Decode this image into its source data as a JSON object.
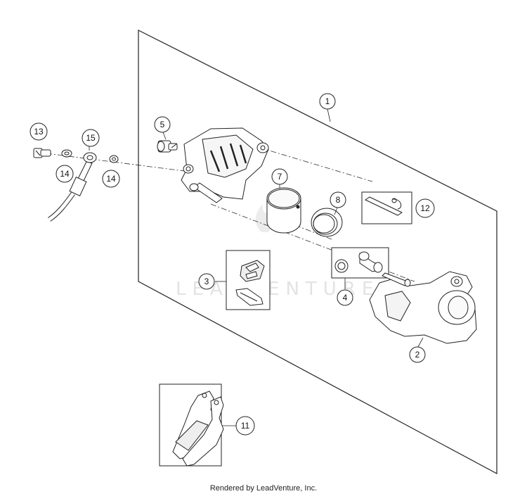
{
  "watermark": "LEADVENTURE",
  "footer": "Rendered by LeadVenture, Inc.",
  "callouts": {
    "c1": "1",
    "c2": "2",
    "c3": "3",
    "c4": "4",
    "c5": "5",
    "c7": "7",
    "c8": "8",
    "c11": "11",
    "c12": "12",
    "c13": "13",
    "c14a": "14",
    "c14b": "14",
    "c15": "15"
  }
}
